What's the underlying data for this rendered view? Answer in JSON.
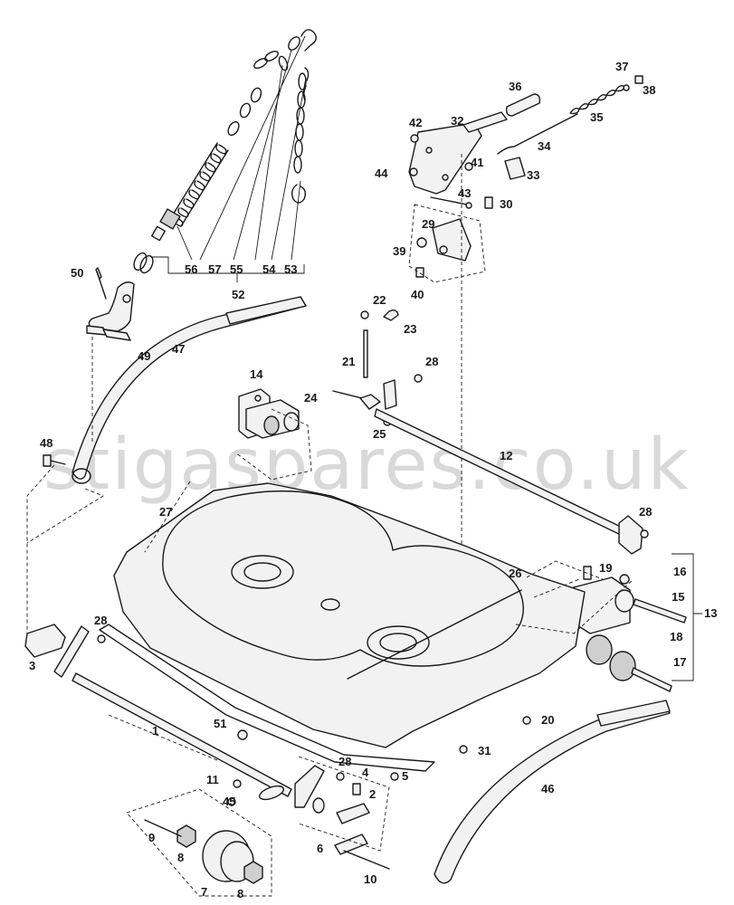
{
  "watermark": "stigaspares.co.uk",
  "callouts": [
    "1",
    "2",
    "3",
    "4",
    "5",
    "6",
    "7",
    "8",
    "8",
    "9",
    "10",
    "11",
    "12",
    "13",
    "14",
    "15",
    "16",
    "17",
    "18",
    "19",
    "20",
    "21",
    "22",
    "23",
    "24",
    "25",
    "26",
    "27",
    "28",
    "28",
    "28",
    "28",
    "29",
    "30",
    "31",
    "32",
    "33",
    "34",
    "35",
    "36",
    "37",
    "38",
    "39",
    "40",
    "41",
    "42",
    "43",
    "44",
    "45",
    "46",
    "47",
    "48",
    "49",
    "50",
    "51",
    "52",
    "53",
    "54",
    "55",
    "56",
    "57"
  ]
}
